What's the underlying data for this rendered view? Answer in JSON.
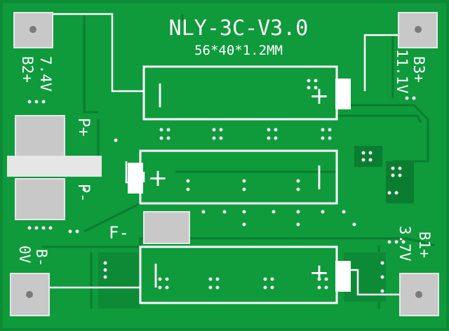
{
  "board": {
    "title": "NLY-3C-V3.0",
    "size": "56*40*1.2MM",
    "pads": {
      "b2": "B2+",
      "b2_voltage": "7.4V",
      "b3": "B3+",
      "b3_voltage": "11.1V",
      "b1": "B1+",
      "b1_voltage": "3.7V",
      "b_minus": "B-",
      "b_minus_voltage": "0V",
      "p_plus": "P+",
      "p_minus": "P-",
      "f_minus": "F-"
    },
    "cells": [
      {
        "left_mark": "|",
        "right_mark": "+"
      },
      {
        "left_mark": "+",
        "right_mark": "|"
      },
      {
        "left_mark": "|",
        "right_mark": "+"
      }
    ]
  },
  "colors": {
    "pcb": "#0f9a3c",
    "pcb_dark": "#0b7d30",
    "trace": "#12a844",
    "silkscreen": "#ffffff",
    "pad": "#c8c8c8"
  }
}
